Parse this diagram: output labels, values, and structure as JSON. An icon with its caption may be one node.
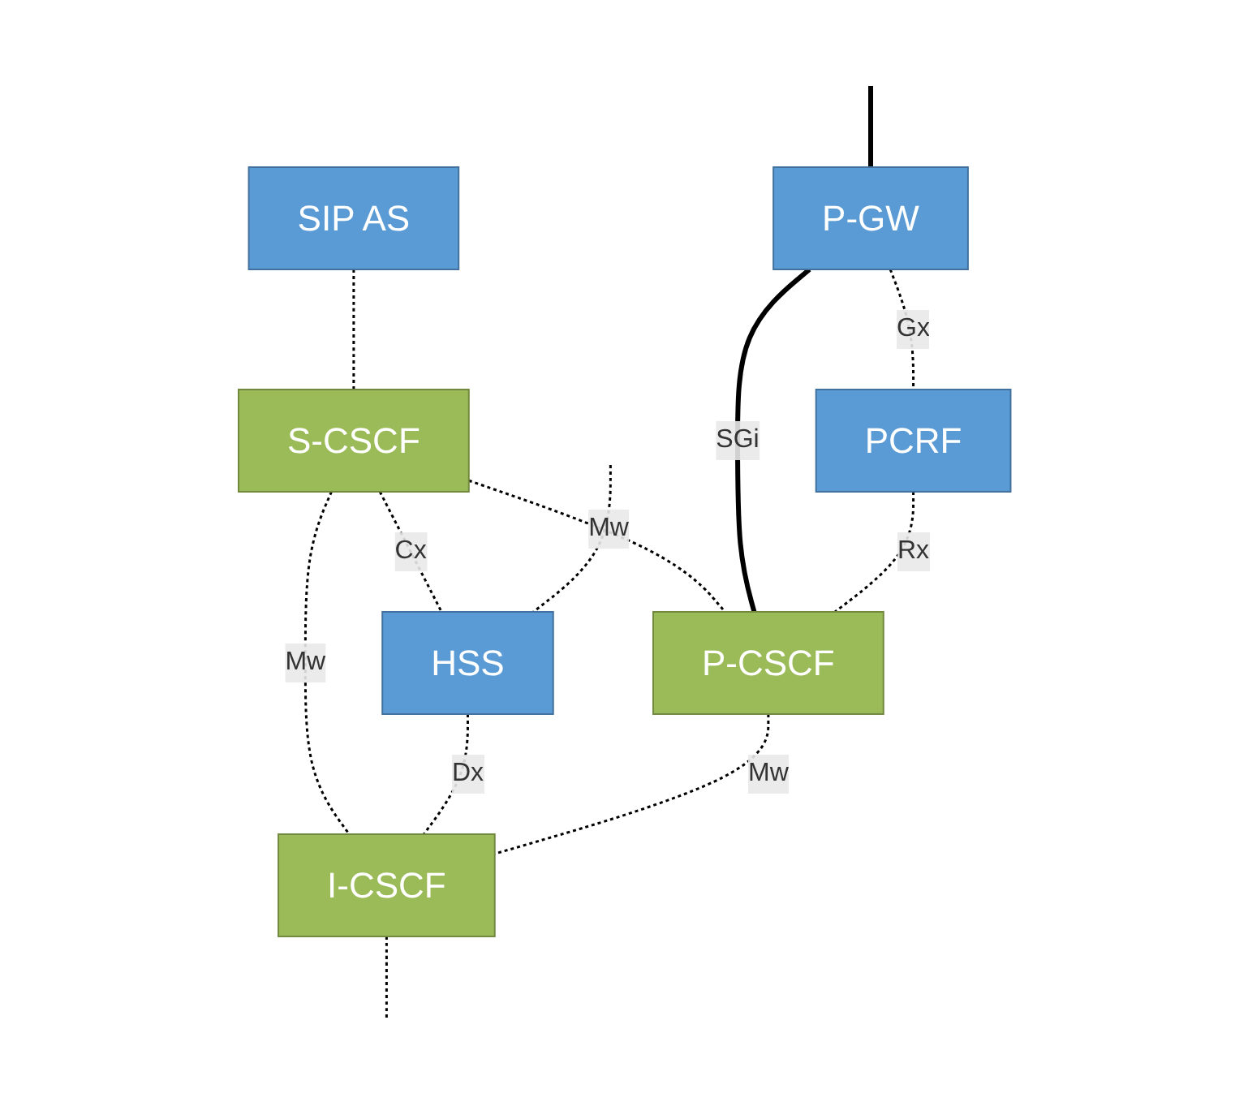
{
  "diagram": {
    "nodes": [
      {
        "text": [
          "SIP AS"
        ]
      },
      {
        "text": [
          "S-CSCF"
        ]
      },
      {
        "text": [
          "HSS"
        ]
      },
      {
        "text": [
          "I-CSCF"
        ]
      },
      {
        "text": [
          "P-GW"
        ]
      },
      {
        "text": [
          "P-CSCF"
        ]
      },
      {
        "text": [
          "PCRF"
        ]
      }
    ],
    "edges": [
      {
        "from": 0,
        "to": 1,
        "arrow": "none",
        "style": "dashed"
      },
      {
        "from": 1,
        "to": 2,
        "arrow": "none",
        "style": "dashed",
        "label": "Cx"
      },
      {
        "from": 1,
        "to": 5,
        "arrow": "none",
        "style": "dashed",
        "label": "Mw"
      },
      {
        "from": 1,
        "to": 3,
        "arrow": "none",
        "style": "dashed",
        "label": "Mw"
      },
      {
        "from": null,
        "to": 2,
        "arrow": "none",
        "style": "dashed"
      },
      {
        "from": 2,
        "to": 3,
        "arrow": "none",
        "style": "dashed",
        "label": "Dx"
      },
      {
        "from": 3,
        "to": null,
        "arrow": "none",
        "style": "dashed"
      },
      {
        "from": null,
        "to": 4,
        "arrow": "none",
        "style": "thick"
      },
      {
        "from": 4,
        "to": 5,
        "arrow": "none",
        "style": "thick",
        "label": "SGi"
      },
      {
        "from": 5,
        "to": 3,
        "arrow": "none",
        "style": "dashed",
        "label": "Mw"
      },
      {
        "from": 4,
        "to": 6,
        "arrow": "none",
        "style": "dashed",
        "label": "Gx"
      },
      {
        "from": 6,
        "to": 5,
        "arrow": "none",
        "style": "dashed",
        "label": "Rx"
      }
    ]
  }
}
